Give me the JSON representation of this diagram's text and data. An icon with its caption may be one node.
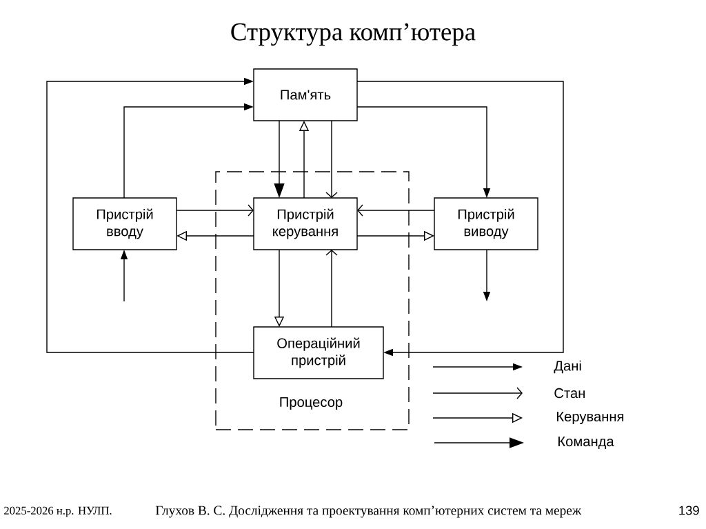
{
  "diagram": {
    "title": "Структура комп’ютера",
    "nodes": [
      {
        "text": [
          "Пам'ять"
        ]
      },
      {
        "text": [
          "Пристрій вводу"
        ]
      },
      {
        "text": [
          "Процесор"
        ]
      },
      {
        "text": [
          "Пристрій керування"
        ],
        "in": 2
      },
      {
        "text": [
          "Пристрій виводу"
        ]
      },
      {
        "text": [
          "Операційний пристрій"
        ],
        "in": 2
      }
    ],
    "edges": [
      {
        "from": 0,
        "to": 3,
        "arrow": "to"
      },
      {
        "from": 3,
        "to": 0,
        "arrow": "to"
      },
      {
        "from": 0,
        "to": 3,
        "arrow": "to"
      },
      {
        "from": 1,
        "to": 0,
        "arrow": "to"
      },
      {
        "from": 5,
        "to": 0,
        "arrow": "to"
      },
      {
        "from": 0,
        "to": 4,
        "arrow": "to"
      },
      {
        "from": 0,
        "to": 5,
        "arrow": "to"
      },
      {
        "from": 1,
        "to": 3,
        "arrow": "to"
      },
      {
        "from": 3,
        "to": 1,
        "arrow": "to"
      },
      {
        "from": 4,
        "to": 3,
        "arrow": "to"
      },
      {
        "from": 3,
        "to": 4,
        "arrow": "to"
      },
      {
        "from": 3,
        "to": 5,
        "arrow": "to"
      },
      {
        "from": 5,
        "to": 3,
        "arrow": "to"
      },
      {
        "from": null,
        "to": 1,
        "arrow": "to"
      },
      {
        "from": 4,
        "to": null,
        "arrow": "to"
      }
    ],
    "labels": [
      "2025-2026 н.р. НУЛП.",
      "Глухов В. С. Дослідження та проектування комп’ютерних систем та мереж",
      "139"
    ],
    "legend": [
      {
        "text": "Дані"
      },
      {
        "text": "Стан"
      },
      {
        "text": "Керування"
      },
      {
        "text": "Команда"
      }
    ]
  }
}
